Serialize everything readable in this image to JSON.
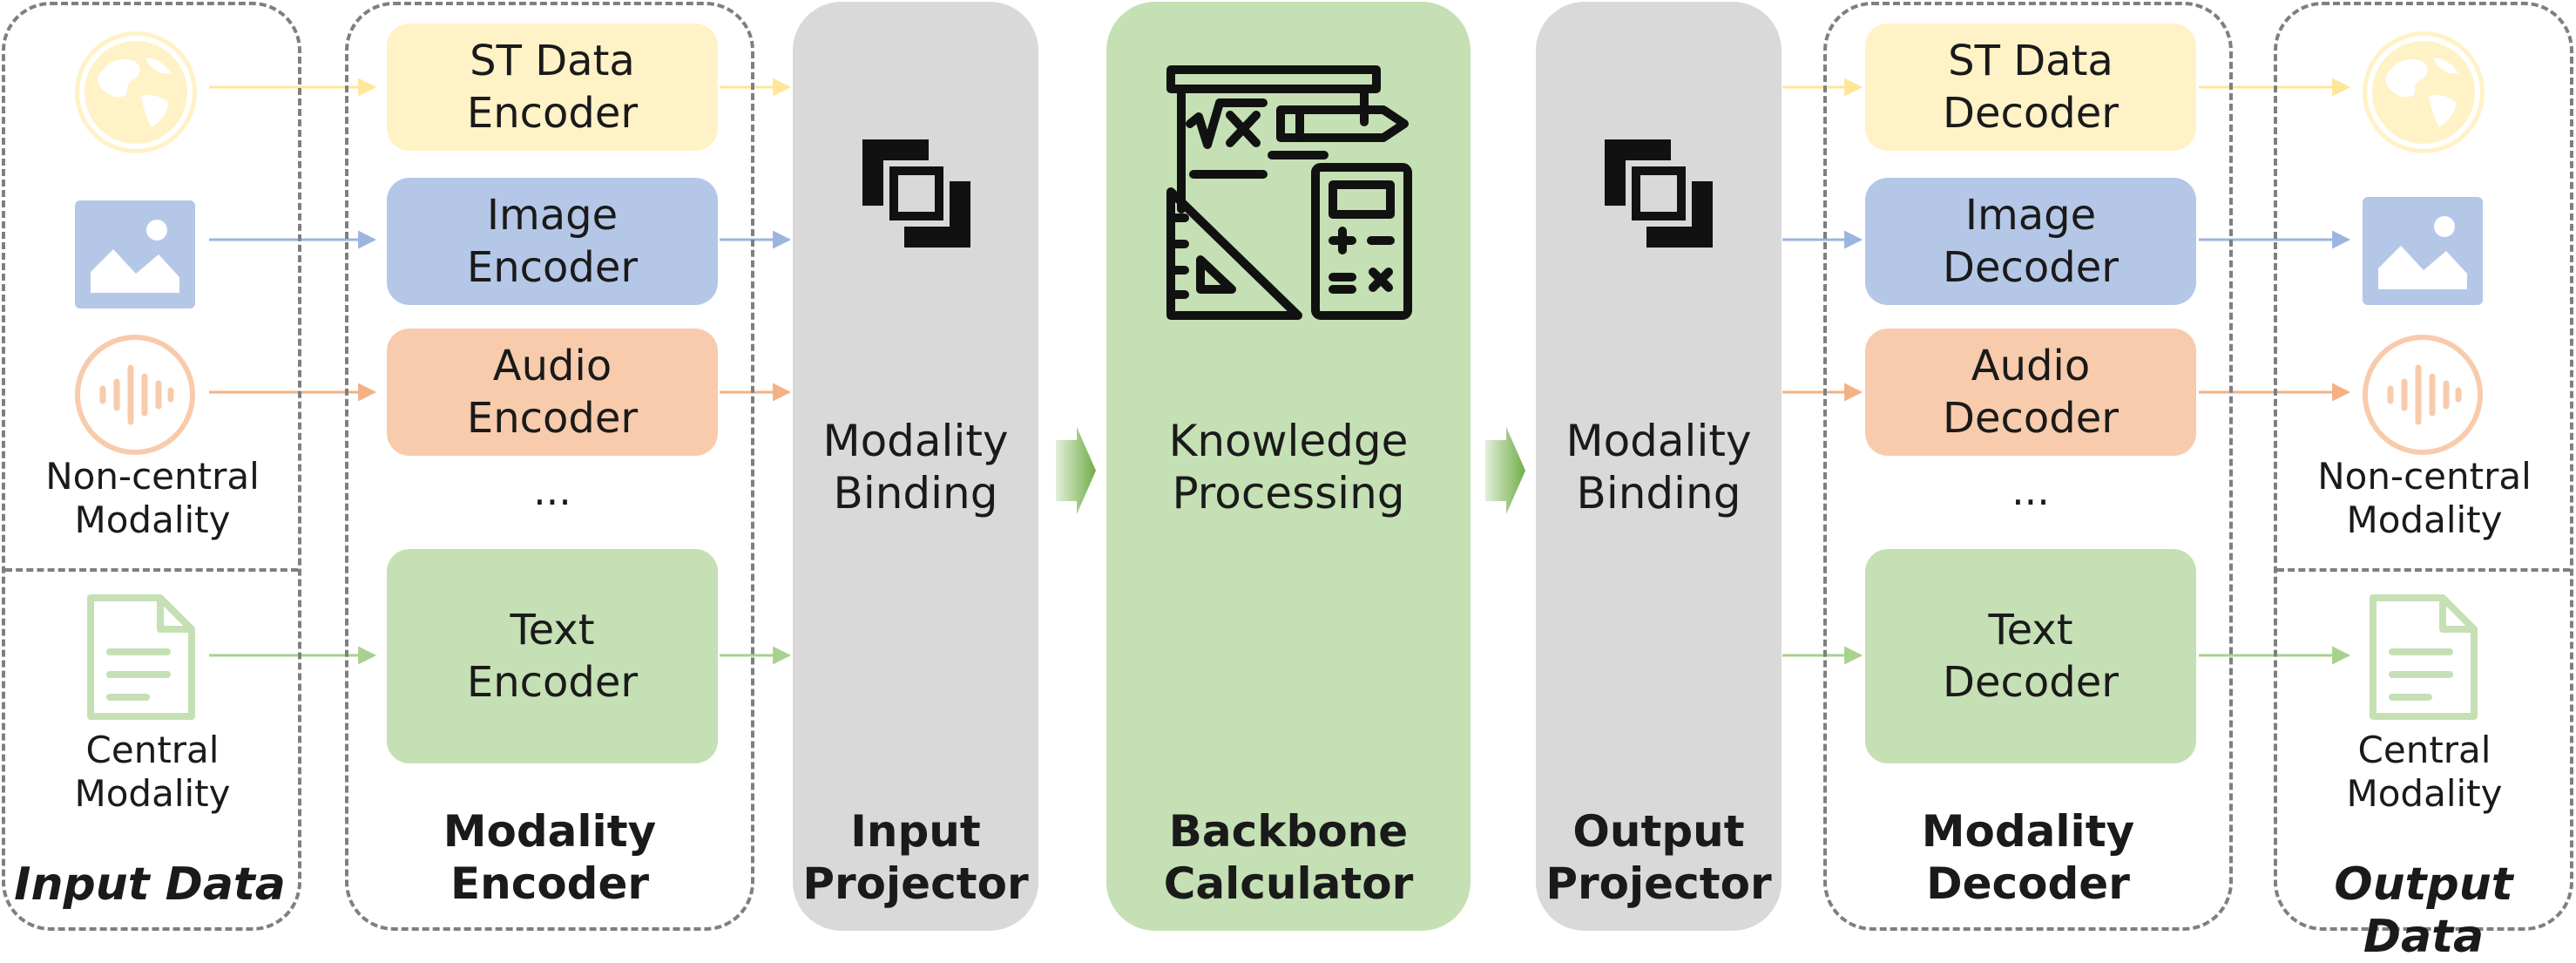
{
  "colors": {
    "st": "#fff2c7",
    "image": "#b4c7e7",
    "audio": "#f7cbac",
    "text": "#c5e0b4",
    "projector": "#d9d9d9",
    "backbone": "#c5e0b4",
    "frame": "#7f7f7f"
  },
  "input_data": {
    "title": "Input Data",
    "non_central_label": "Non-central\nModality",
    "central_label": "Central\nModality",
    "icons": [
      "globe-icon",
      "image-icon",
      "audio-wave-icon",
      "document-icon"
    ]
  },
  "modality_encoder": {
    "title": "Modality\nEncoder",
    "boxes": [
      "ST Data\nEncoder",
      "Image\nEncoder",
      "Audio\nEncoder",
      "Text\nEncoder"
    ],
    "ellipsis": "..."
  },
  "input_projector": {
    "title": "Input\nProjector",
    "label": "Modality\nBinding",
    "icon": "binding-icon"
  },
  "backbone_calculator": {
    "title": "Backbone\nCalculator",
    "label": "Knowledge\nProcessing",
    "icon": "math-tools-icon"
  },
  "output_projector": {
    "title": "Output\nProjector",
    "label": "Modality\nBinding",
    "icon": "binding-icon"
  },
  "modality_decoder": {
    "title": "Modality\nDecoder",
    "boxes": [
      "ST Data\nDecoder",
      "Image\nDecoder",
      "Audio\nDecoder",
      "Text\nDecoder"
    ],
    "ellipsis": "..."
  },
  "output_data": {
    "title": "Output Data",
    "non_central_label": "Non-central\nModality",
    "central_label": "Central\nModality",
    "icons": [
      "globe-icon",
      "image-icon",
      "audio-wave-icon",
      "document-icon"
    ]
  }
}
